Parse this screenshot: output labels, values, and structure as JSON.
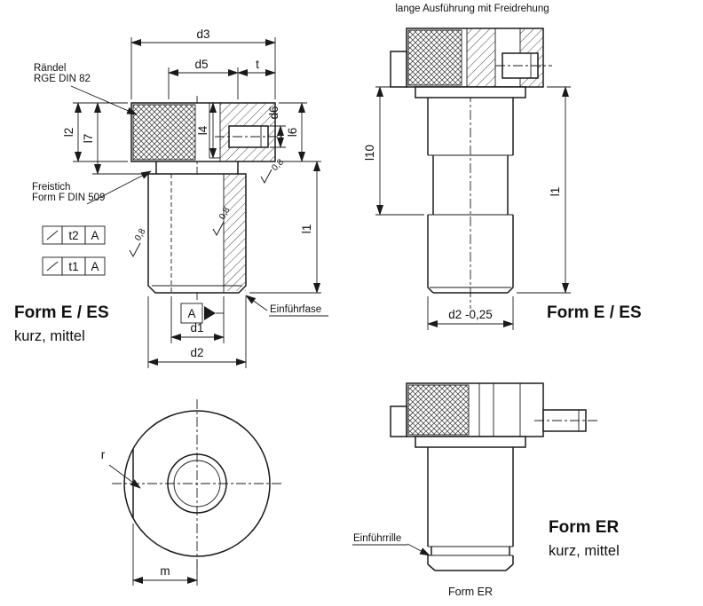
{
  "notes": {
    "lange_ausfuehrung": "lange Ausführung mit Freidrehung",
    "raendel_1": "Rändel",
    "raendel_2": "RGE  DIN 82",
    "freistich_1": "Freistich",
    "freistich_2": "Form F DIN 509",
    "einfuehrfase": "Einführfase",
    "einfuehrrille": "Einführrille",
    "roughness": "0,8"
  },
  "titles": {
    "form_e_es": "Form E / ES",
    "kurz_mittel": "kurz, mittel",
    "form_er": "Form ER",
    "form_er_caption": "Form ER"
  },
  "dims": {
    "d1": "d1",
    "d2": "d2",
    "d3": "d3",
    "d5": "d5",
    "d6": "d6",
    "t": "t",
    "l1": "l1",
    "l2": "l2",
    "l4": "l4",
    "l6": "l6",
    "l7": "l7",
    "l10": "l10",
    "d2_tol": "d2 -0,25",
    "r": "r",
    "m": "m"
  },
  "tolerance_frames": [
    {
      "value": "t2",
      "datum": "A"
    },
    {
      "value": "t1",
      "datum": "A"
    }
  ],
  "datum_label": "A",
  "icons": {
    "runout_symbol": "∕",
    "datum_triangle": "▶",
    "surface_check": "✓"
  },
  "line_color": "#1a1a1a"
}
